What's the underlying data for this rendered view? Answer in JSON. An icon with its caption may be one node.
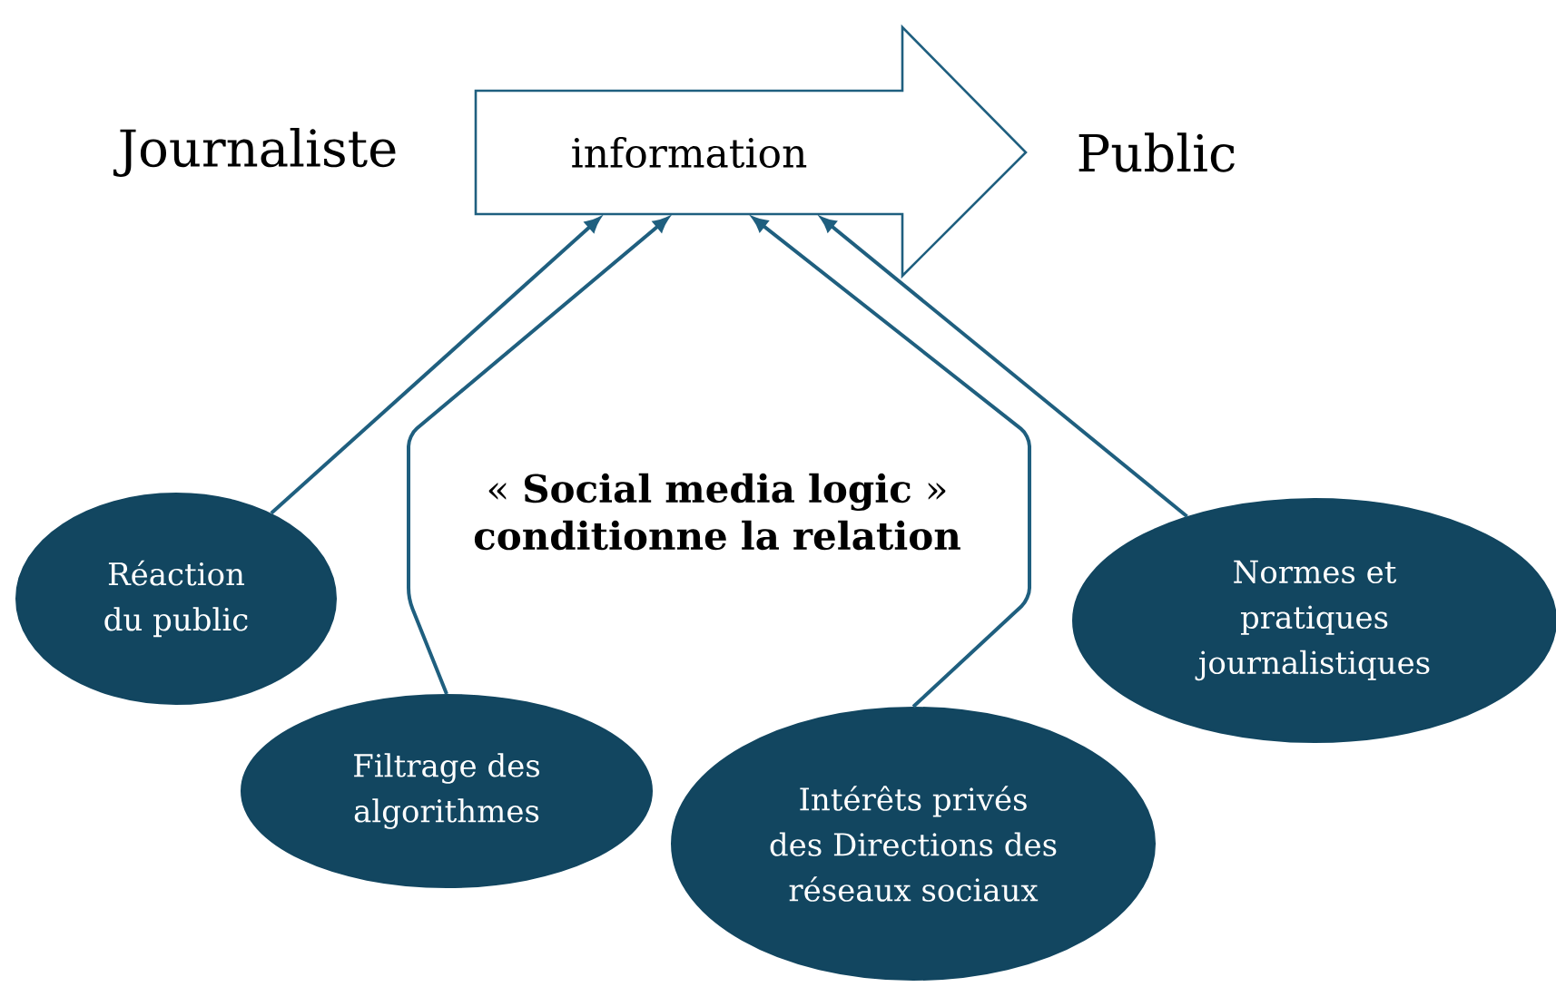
{
  "diagram": {
    "nodes": [
      {
        "text": [
          "Journaliste"
        ]
      },
      {
        "text": [
          "information"
        ]
      },
      {
        "text": [
          "Public"
        ]
      },
      {
        "text": [
          "« **Social media logic** » **conditionne la relation**"
        ]
      },
      {
        "text": [
          "Réaction du public"
        ]
      },
      {
        "text": [
          "Filtrage des algorithmes"
        ]
      },
      {
        "text": [
          "Intérêts privés des Directions des réseaux sociaux"
        ]
      },
      {
        "text": [
          "Normes et pratiques journalistiques"
        ]
      }
    ],
    "edges": [
      {
        "from": 4,
        "to": 1,
        "arrow": "to"
      },
      {
        "from": 5,
        "to": 1,
        "arrow": "to"
      },
      {
        "from": 6,
        "to": 1,
        "arrow": "to"
      },
      {
        "from": 7,
        "to": 1,
        "arrow": "to"
      }
    ]
  }
}
